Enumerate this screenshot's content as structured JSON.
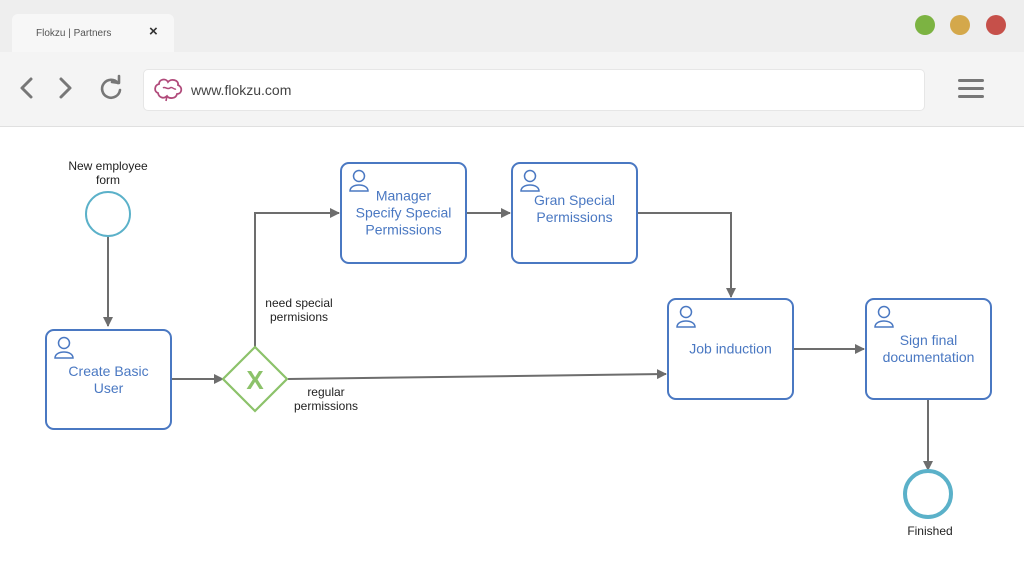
{
  "browser": {
    "tab_title": "Flokzu | Partners",
    "tab_close": "×",
    "url": "www.flokzu.com",
    "window_dots": {
      "green": "#7cb342",
      "yellow": "#d4a84b",
      "red": "#c6504a"
    }
  },
  "process": {
    "start_event": {
      "label_line1": "New employee",
      "label_line2": "form"
    },
    "end_event": {
      "label": "Finished"
    },
    "tasks": {
      "create_basic_user": {
        "line1": "Create Basic",
        "line2": "User"
      },
      "manager_specify": {
        "line1": "Manager",
        "line2": "Specify Special",
        "line3": "Permissions"
      },
      "gran_special": {
        "line1": "Gran Special",
        "line2": "Permissions"
      },
      "job_induction": {
        "line1": "Job induction"
      },
      "sign_final": {
        "line1": "Sign final",
        "line2": "documentation"
      }
    },
    "gateway": {
      "symbol": "X"
    },
    "flows": {
      "need_special": {
        "line1": "need special",
        "line2": "permisions"
      },
      "regular": {
        "line1": "regular",
        "line2": "permissions"
      }
    }
  },
  "colors": {
    "task_border": "#4a78c2",
    "event_border": "#5bb1c9",
    "gateway": "#8cc26a",
    "flow": "#6d6d6d"
  }
}
